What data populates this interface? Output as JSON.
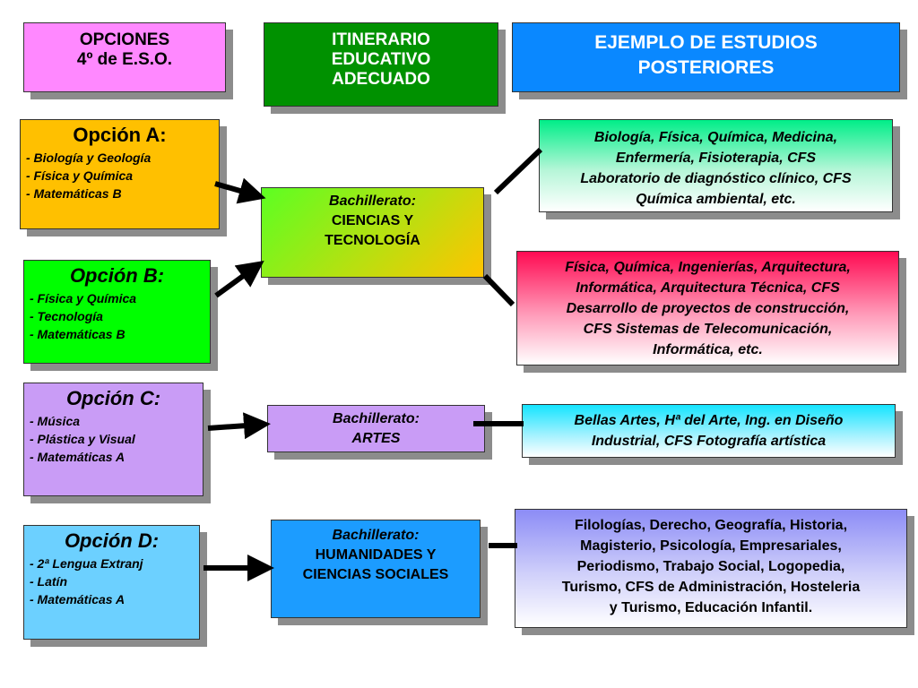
{
  "colors": {
    "header_options": "#ff88ff",
    "header_itinerary": "#009100",
    "header_examples": "#0a88ff",
    "option_a": "#ffc000",
    "option_b": "#00ff00",
    "option_c": "#c99cf6",
    "option_d": "#6cd0ff",
    "bach_ciencias_from": "#5cff22",
    "bach_ciencias_to": "#ffc400",
    "bach_artes": "#c99cf6",
    "bach_humanidades": "#1c9cff"
  },
  "headers": {
    "options": [
      "OPCIONES",
      "4º de E.S.O."
    ],
    "itinerary": [
      "ITINERARIO",
      "EDUCATIVO",
      "ADECUADO"
    ],
    "examples": [
      "EJEMPLO DE ESTUDIOS",
      "POSTERIORES"
    ]
  },
  "options": [
    {
      "title": "Opción A:",
      "items": [
        "- Biología y Geología",
        "- Física y Química",
        "- Matemáticas B"
      ]
    },
    {
      "title": "Opción B:",
      "items": [
        "- Física y Química",
        "- Tecnología",
        "- Matemáticas B"
      ]
    },
    {
      "title": "Opción C:",
      "items": [
        "- Música",
        "- Plástica y Visual",
        "- Matemáticas A"
      ]
    },
    {
      "title": "Opción D:",
      "items": [
        "- 2ª Lengua Extranj",
        "-  Latín",
        "- Matemáticas A"
      ]
    }
  ],
  "bachilleratos": [
    {
      "label": "Bachillerato:",
      "lines": [
        "CIENCIAS Y",
        "TECNOLOGÍA"
      ]
    },
    {
      "label": "Bachillerato:",
      "lines": [
        "ARTES"
      ]
    },
    {
      "label": "Bachillerato:",
      "lines": [
        "HUMANIDADES Y",
        "CIENCIAS SOCIALES"
      ]
    }
  ],
  "results": [
    [
      "Biología, Física, Química, Medicina,",
      "Enfermería, Fisioterapia, CFS",
      "Laboratorio de diagnóstico clínico, CFS",
      "Química ambiental, etc."
    ],
    [
      "Física, Química, Ingenierías, Arquitectura,",
      "Informática, Arquitectura Técnica, CFS",
      "Desarrollo de proyectos de construcción,",
      "CFS Sistemas de Telecomunicación,",
      "Informática, etc."
    ],
    [
      "Bellas Artes, Hª del Arte, Ing. en Diseño",
      "Industrial, CFS Fotografía artística"
    ],
    [
      "Filologías, Derecho, Geografía, Historia,",
      "Magisterio, Psicología, Empresariales,",
      "Periodismo, Trabajo Social, Logopedia,",
      "Turismo, CFS de Administración,  Hosteleria",
      "y Turismo, Educación Infantil."
    ]
  ]
}
